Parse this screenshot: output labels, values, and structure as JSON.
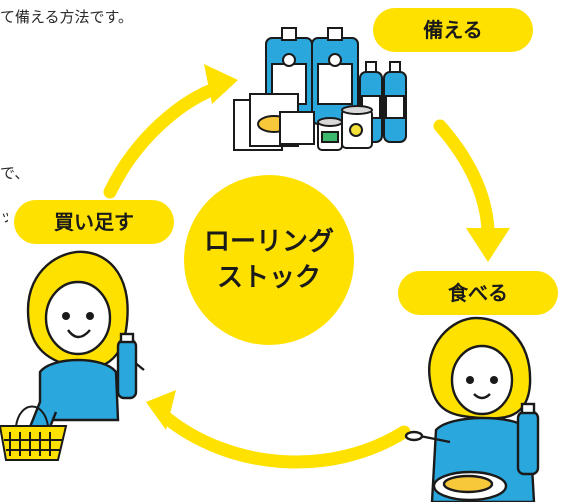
{
  "intro_text": {
    "line1": "て備える方法です。",
    "line2": "で、",
    "line3": "ッ"
  },
  "steps": {
    "prepare": "備える",
    "eat": "食べる",
    "rebuy": "買い足す"
  },
  "center": {
    "line1": "ローリング",
    "line2": "ストック"
  },
  "colors": {
    "accent": "#FFE100",
    "water": "#2AA7DC",
    "outline": "#1a1a1a"
  },
  "icons": [
    "water-bottles-icon",
    "canned-food-icon",
    "retort-curry-icon",
    "cycle-arrow-icon",
    "woman-shopping-icon",
    "woman-eating-icon",
    "shopping-basket-icon"
  ]
}
